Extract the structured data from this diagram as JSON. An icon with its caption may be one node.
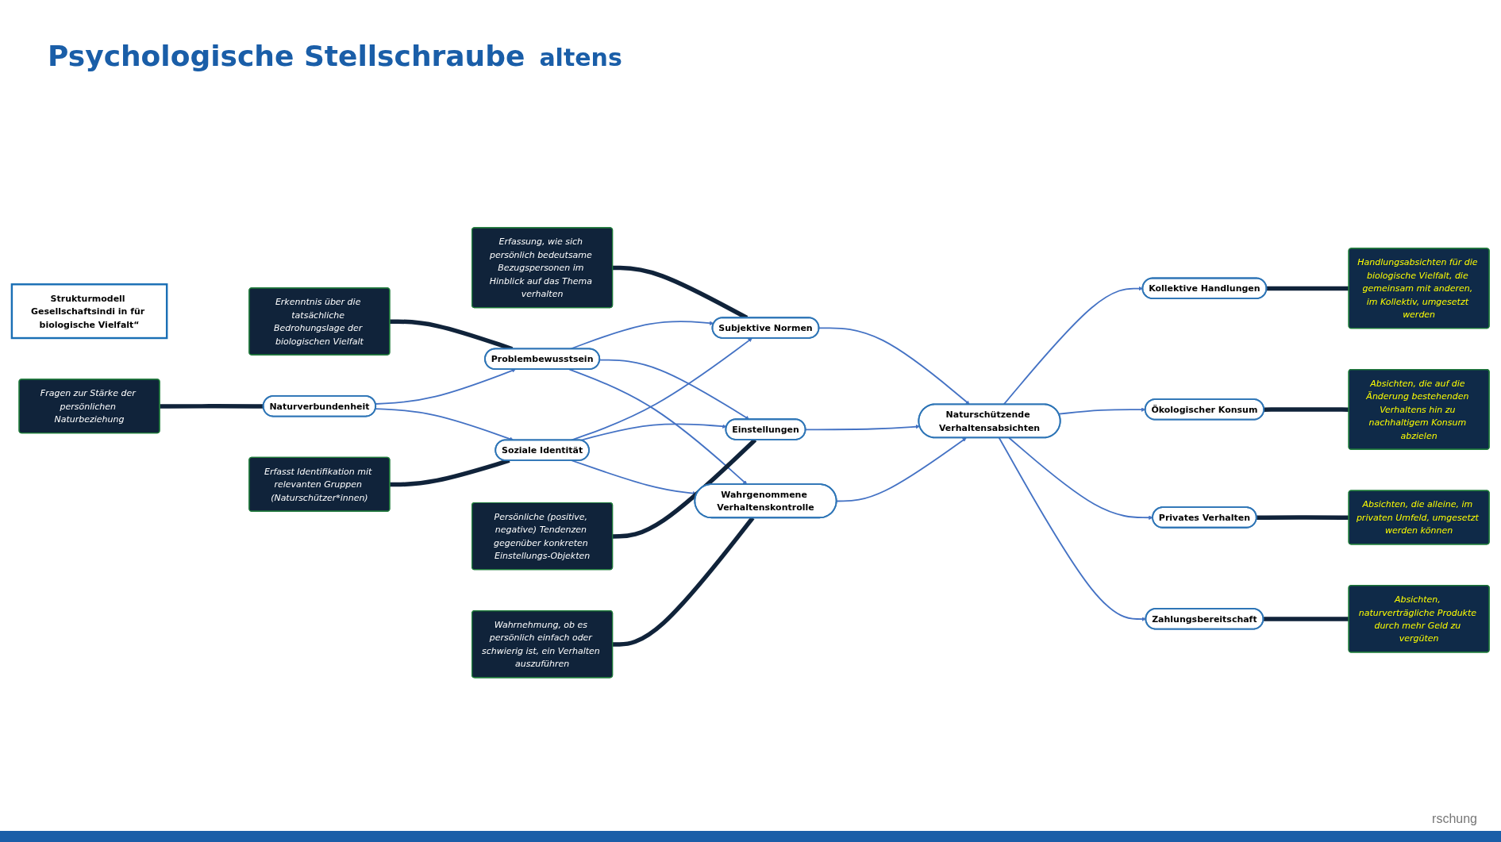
{
  "diagram": {
    "title": "Psychologische Stellschraube",
    "nodes": [
      {
        "text": [
          "Strukturmodell Gesellschaftsindi in für biologische Vielfalt“"
        ]
      },
      {
        "text": [
          "Erkenntnis über die tatsächliche Bedrohungslage der biologischen Vielfalt"
        ]
      },
      {
        "text": [
          "Erfassung, wie sich persönlich bedeutsame Bezugspersonen im Hinblick auf das Thema verhalten"
        ]
      },
      {
        "text": [
          "Handlungsabsichten für die biologische Vielfalt, die gemeinsam mit anderen, im Kollektiv, umgesetzt werden"
        ]
      },
      {
        "text": [
          "Problembewusstsein"
        ]
      },
      {
        "text": [
          "Naturverbundenheit"
        ]
      },
      {
        "text": [
          "Soziale Identität"
        ]
      },
      {
        "text": [
          "Subjektive Normen"
        ]
      },
      {
        "text": [
          "Einstellungen"
        ]
      },
      {
        "text": [
          "Wahrgenommene Verhaltenskontrolle"
        ]
      },
      {
        "text": [
          "Naturschützende Verhaltensabsichten"
        ]
      },
      {
        "text": [
          "Kollektive Handlungen"
        ]
      },
      {
        "text": [
          "Ökologischer Konsum"
        ]
      },
      {
        "text": [
          "Privates Verhalten"
        ]
      },
      {
        "text": [
          "Zahlungsbereitschaft"
        ]
      },
      {
        "text": [
          "Persönliche (positive, negative) Tendenzen gegenüber konkreten Einstellungs-Objekten"
        ]
      },
      {
        "text": [
          "Absichten, die auf die Änderung bestehenden Verhaltens hin zu nachhaltigem Konsum abzielen"
        ]
      },
      {
        "text": [
          "Fragen zur Stärke der persönlichen Naturbeziehung"
        ]
      },
      {
        "text": [
          "Erfasst Identifikation mit relevanten Gruppen (Naturschützer*innen)"
        ]
      },
      {
        "text": [
          "Absichten, die alleine, im privaten Umfeld, umgesetzt werden können"
        ]
      },
      {
        "text": [
          "Wahrnehmung, ob es persönlich einfach oder schwierig ist, ein Verhalten auszuführen"
        ]
      },
      {
        "text": [
          "Absichten, naturverträgliche Produkte durch mehr Geld zu vergüten"
        ]
      }
    ],
    "edges": [
      {
        "from": 5,
        "to": 4,
        "arrow": "to"
      },
      {
        "from": 5,
        "to": 6,
        "arrow": "to"
      },
      {
        "from": 4,
        "to": 7,
        "arrow": "to"
      },
      {
        "from": 4,
        "to": 8,
        "arrow": "to"
      },
      {
        "from": 4,
        "to": 9,
        "arrow": "to"
      },
      {
        "from": 6,
        "to": 7,
        "arrow": "to"
      },
      {
        "from": 6,
        "to": 8,
        "arrow": "to"
      },
      {
        "from": 6,
        "to": 9,
        "arrow": "to"
      },
      {
        "from": 7,
        "to": 10,
        "arrow": "to"
      },
      {
        "from": 8,
        "to": 10,
        "arrow": "to"
      },
      {
        "from": 9,
        "to": 10,
        "arrow": "to"
      },
      {
        "from": 10,
        "to": 11,
        "arrow": "to"
      },
      {
        "from": 10,
        "to": 12,
        "arrow": "to"
      },
      {
        "from": 10,
        "to": 13,
        "arrow": "to"
      },
      {
        "from": 10,
        "to": 14,
        "arrow": "to"
      },
      {
        "from": 1,
        "to": 4,
        "arrow": "none",
        "style": "thick",
        "color": "#10233a"
      },
      {
        "from": 2,
        "to": 7,
        "arrow": "none",
        "style": "thick",
        "color": "#10233a"
      },
      {
        "from": 3,
        "to": 11,
        "arrow": "none",
        "style": "thick",
        "color": "#10233a"
      },
      {
        "from": 15,
        "to": 8,
        "arrow": "none",
        "style": "thick",
        "color": "#10233a"
      },
      {
        "from": 16,
        "to": 12,
        "arrow": "none",
        "style": "thick",
        "color": "#10233a"
      },
      {
        "from": 17,
        "to": 5,
        "arrow": "none",
        "style": "thick",
        "color": "#10233a"
      },
      {
        "from": 18,
        "to": 6,
        "arrow": "none",
        "style": "thick",
        "color": "#10233a"
      },
      {
        "from": 19,
        "to": 13,
        "arrow": "none",
        "style": "thick",
        "color": "#10233a"
      },
      {
        "from": 20,
        "to": 9,
        "arrow": "none",
        "style": "thick",
        "color": "#10233a"
      },
      {
        "from": 21,
        "to": 14,
        "arrow": "none",
        "style": "thick",
        "color": "#10233a"
      }
    ],
    "labels": [
      "altens",
      "rschung"
    ]
  }
}
